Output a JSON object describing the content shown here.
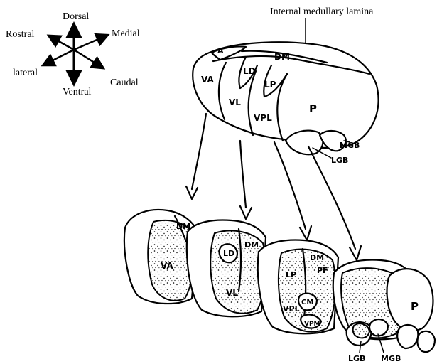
{
  "compass": {
    "dorsal": "Dorsal",
    "ventral": "Ventral",
    "rostral": "Rostral",
    "caudal": "Caudal",
    "medial": "Medial",
    "lateral": "lateral"
  },
  "lamina_label": "Internal medullary lamina",
  "whole_thalamus": {
    "nuclei": {
      "a": "A",
      "dm": "DM",
      "va": "VA",
      "ld": "LD",
      "vl": "VL",
      "lp": "LP",
      "vpl": "VPL",
      "p": "P",
      "mgb": "MGB",
      "lgb": "LGB"
    }
  },
  "sections": {
    "s1": {
      "dm": "DM",
      "va": "VA"
    },
    "s2": {
      "ld": "LD",
      "dm": "DM",
      "vl": "VL"
    },
    "s3": {
      "dm": "DM",
      "pf": "PF",
      "lp": "LP",
      "cm": "CM",
      "vpl": "VPL",
      "vpm": "VPM"
    },
    "s4": {
      "p": "P",
      "lgb": "LGB",
      "mgb": "MGB"
    }
  },
  "colors": {
    "ink": "#000000",
    "background": "#ffffff"
  }
}
